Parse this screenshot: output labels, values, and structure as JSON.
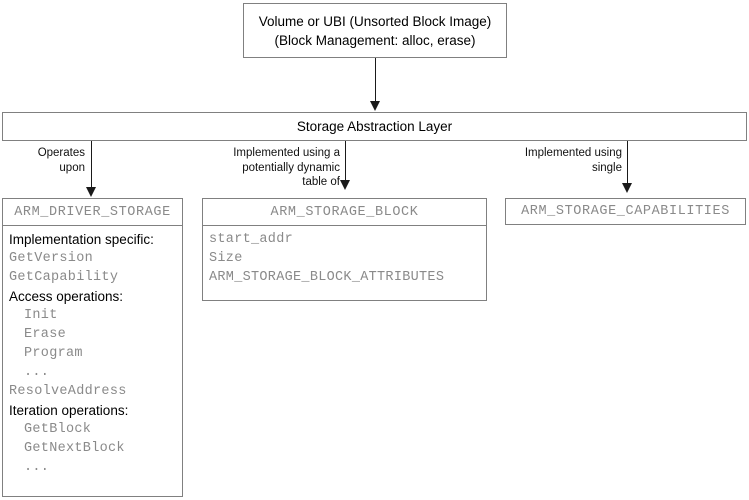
{
  "diagram": {
    "top_box": {
      "line1": "Volume or UBI (Unsorted Block Image)",
      "line2": "(Block Management: alloc, erase)"
    },
    "layer_box": {
      "title": "Storage Abstraction Layer"
    },
    "edges": [
      {
        "name": "operates-upon",
        "line1": "Operates",
        "line2": "upon",
        "line3": ""
      },
      {
        "name": "implemented-using-table",
        "line1": "Implemented using a",
        "line2": "potentially dynamic",
        "line3": "table of"
      },
      {
        "name": "implemented-using-single",
        "line1": "Implemented using",
        "line2": "single",
        "line3": ""
      }
    ],
    "driver_box": {
      "title": "ARM_DRIVER_STORAGE",
      "rows": [
        {
          "text": "Implementation specific:",
          "style": "sans",
          "indent": false
        },
        {
          "text": "GetVersion",
          "style": "mono",
          "indent": false
        },
        {
          "text": "GetCapability",
          "style": "mono",
          "indent": false
        },
        {
          "text": "Access operations:",
          "style": "sans",
          "indent": false
        },
        {
          "text": "Init",
          "style": "mono",
          "indent": true
        },
        {
          "text": "Erase",
          "style": "mono",
          "indent": true
        },
        {
          "text": "Program",
          "style": "mono",
          "indent": true
        },
        {
          "text": "...",
          "style": "mono",
          "indent": true
        },
        {
          "text": "ResolveAddress",
          "style": "mono",
          "indent": false
        },
        {
          "text": "Iteration operations:",
          "style": "sans",
          "indent": false
        },
        {
          "text": "GetBlock",
          "style": "mono",
          "indent": true
        },
        {
          "text": "GetNextBlock",
          "style": "mono",
          "indent": true
        },
        {
          "text": "...",
          "style": "mono",
          "indent": true
        }
      ]
    },
    "block_box": {
      "title": "ARM_STORAGE_BLOCK",
      "rows": [
        {
          "text": "start_addr",
          "style": "mono",
          "indent": false
        },
        {
          "text": "Size",
          "style": "mono",
          "indent": false
        },
        {
          "text": "ARM_STORAGE_BLOCK_ATTRIBUTES",
          "style": "mono",
          "indent": false
        }
      ]
    },
    "capabilities_box": {
      "title": "ARM_STORAGE_CAPABILITIES"
    },
    "colors": {
      "box_border": "#808080",
      "mono_text": "#8a8a8a",
      "sans_text": "#000000",
      "connector": "#1a1a1a",
      "background": "#ffffff"
    }
  }
}
